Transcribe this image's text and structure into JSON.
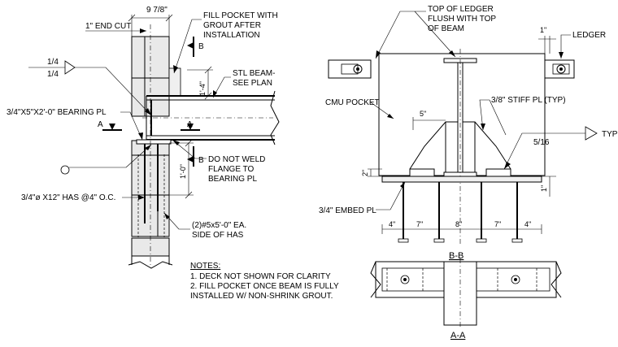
{
  "left_detail": {
    "dim_top": "9 7/8\"",
    "end_cut": "1\" END CUT",
    "fill_pocket": [
      "FILL POCKET WITH",
      "GROUT AFTER",
      "INSTALLATION"
    ],
    "weld_top": "1/4",
    "weld_bot": "1/4",
    "bearing_pl": "3/4\"X5\"X2'-0\" BEARING PL",
    "stl_beam": [
      "STL BEAM-",
      "SEE PLAN"
    ],
    "dim_beam": "1'-4\"",
    "dim_low": "1'-0\"",
    "do_not_weld": [
      "DO NOT WELD",
      "FLANGE TO",
      "BEARING PL"
    ],
    "has": "3/4\"ø X12\" HAS @4\" O.C.",
    "rebar": [
      "(2)#5x5'-0\" EA.",
      "SIDE OF HAS"
    ],
    "sec_a": "A",
    "sec_b": "B"
  },
  "notes": {
    "title": "NOTES:",
    "items": [
      "1. DECK NOT SHOWN FOR CLARITY",
      "2. FILL POCKET ONCE BEAM IS FULLY",
      "INSTALLED W/ NON-SHRINK GROUT."
    ]
  },
  "section_bb": {
    "top_of_ledger": [
      "TOP OF LEDGER",
      "FLUSH WITH TOP",
      "OF BEAM"
    ],
    "ledger": "LEDGER",
    "dim_1": "1\"",
    "cmu_pocket": "CMU POCKET",
    "dim_5": "5\"",
    "stiff_pl": "3/8\" STIFF PL (TYP)",
    "weld": "5/16",
    "typ": "TYP",
    "dim_2": "2\"",
    "dim_1b": "1\"",
    "embed_pl": "3/4\" EMBED PL",
    "spacing": [
      "4\"",
      "7\"",
      "8\"",
      "7\"",
      "4\""
    ],
    "title": "B-B"
  },
  "section_aa": {
    "title": "A-A"
  }
}
